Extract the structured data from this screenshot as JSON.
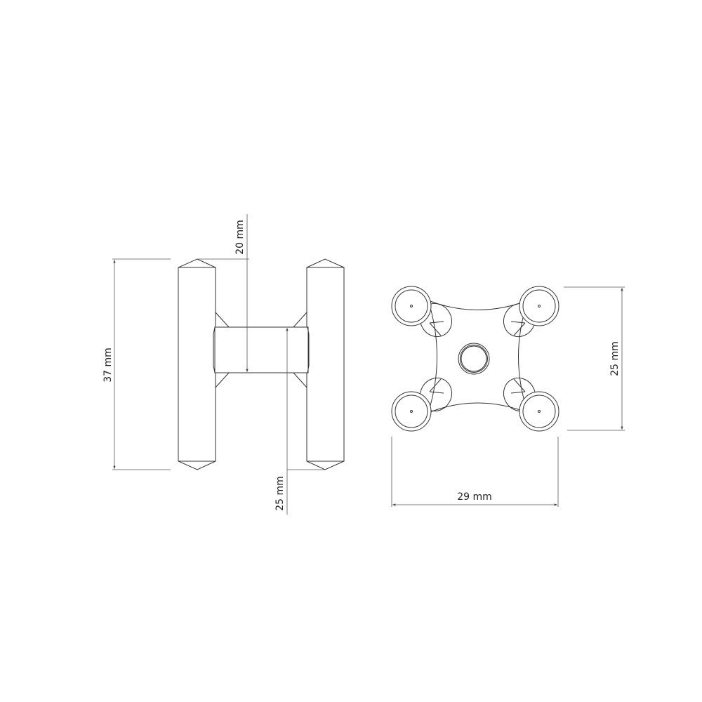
{
  "drawing": {
    "side_view": {
      "dimensions": {
        "total_height": "37 mm",
        "top_offset": "20 mm",
        "bottom_offset": "25 mm"
      }
    },
    "top_view": {
      "dimensions": {
        "width": "29 mm",
        "height": "25 mm"
      }
    },
    "line_color": "#333333",
    "background": "#ffffff"
  }
}
